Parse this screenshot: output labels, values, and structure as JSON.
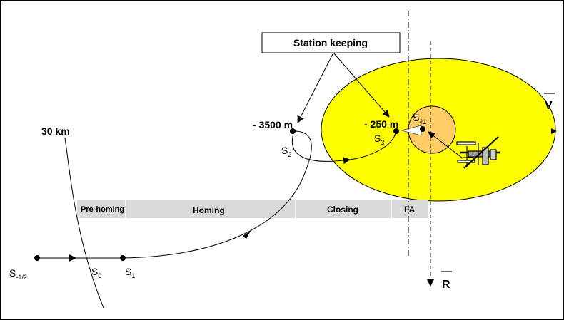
{
  "callout": {
    "text": "Station keeping"
  },
  "distances": {
    "d3500": "- 3500 m",
    "d250": "- 250 m",
    "range_30km": "30 km"
  },
  "points": {
    "s_half": {
      "base": "S",
      "sub": "-1/2"
    },
    "s0": {
      "base": "S",
      "sub": "0"
    },
    "s1": {
      "base": "S",
      "sub": "1"
    },
    "s2": {
      "base": "S",
      "sub": "2"
    },
    "s3": {
      "base": "S",
      "sub": "3"
    },
    "s41": {
      "base": "S",
      "sub": "41"
    }
  },
  "axes": {
    "v": "V",
    "r": "R"
  },
  "phases": [
    {
      "label": "Pre-homing"
    },
    {
      "label": "Homing"
    },
    {
      "label": "Closing"
    },
    {
      "label": "FA"
    }
  ],
  "colors": {
    "ellipse": "#ffff00",
    "keep_out_sphere": "#ffcc66",
    "phase_bar": "#d9d9d9"
  }
}
